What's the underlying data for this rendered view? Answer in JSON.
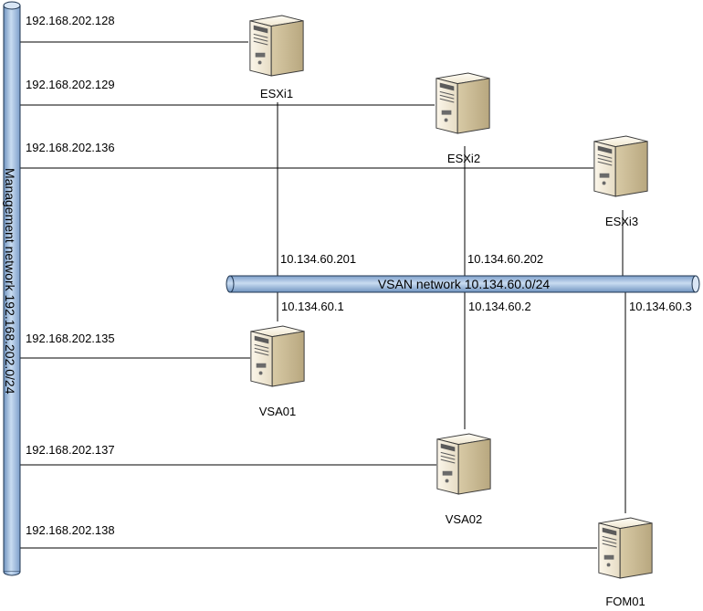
{
  "management_network": {
    "label": "Management network 192.168.202.0/24",
    "color": "#a9c4e4"
  },
  "vsan_network": {
    "label": "VSAN network 10.134.60.0/24",
    "color": "#a9c4e4"
  },
  "nodes": [
    {
      "name": "ESXi1",
      "mgmt_ip": "192.168.202.128",
      "vsan_ip": "10.134.60.201",
      "icon": "server-icon"
    },
    {
      "name": "ESXi2",
      "mgmt_ip": "192.168.202.129",
      "vsan_ip": "10.134.60.202",
      "icon": "server-icon"
    },
    {
      "name": "ESXi3",
      "mgmt_ip": "192.168.202.136",
      "vsan_ip": "",
      "icon": "server-icon"
    },
    {
      "name": "VSA01",
      "mgmt_ip": "192.168.202.135",
      "vsan_ip": "10.134.60.1",
      "icon": "server-icon"
    },
    {
      "name": "VSA02",
      "mgmt_ip": "192.168.202.137",
      "vsan_ip": "10.134.60.2",
      "icon": "server-icon"
    },
    {
      "name": "FOM01",
      "mgmt_ip": "192.168.202.138",
      "vsan_ip": "10.134.60.3",
      "icon": "server-icon"
    }
  ]
}
